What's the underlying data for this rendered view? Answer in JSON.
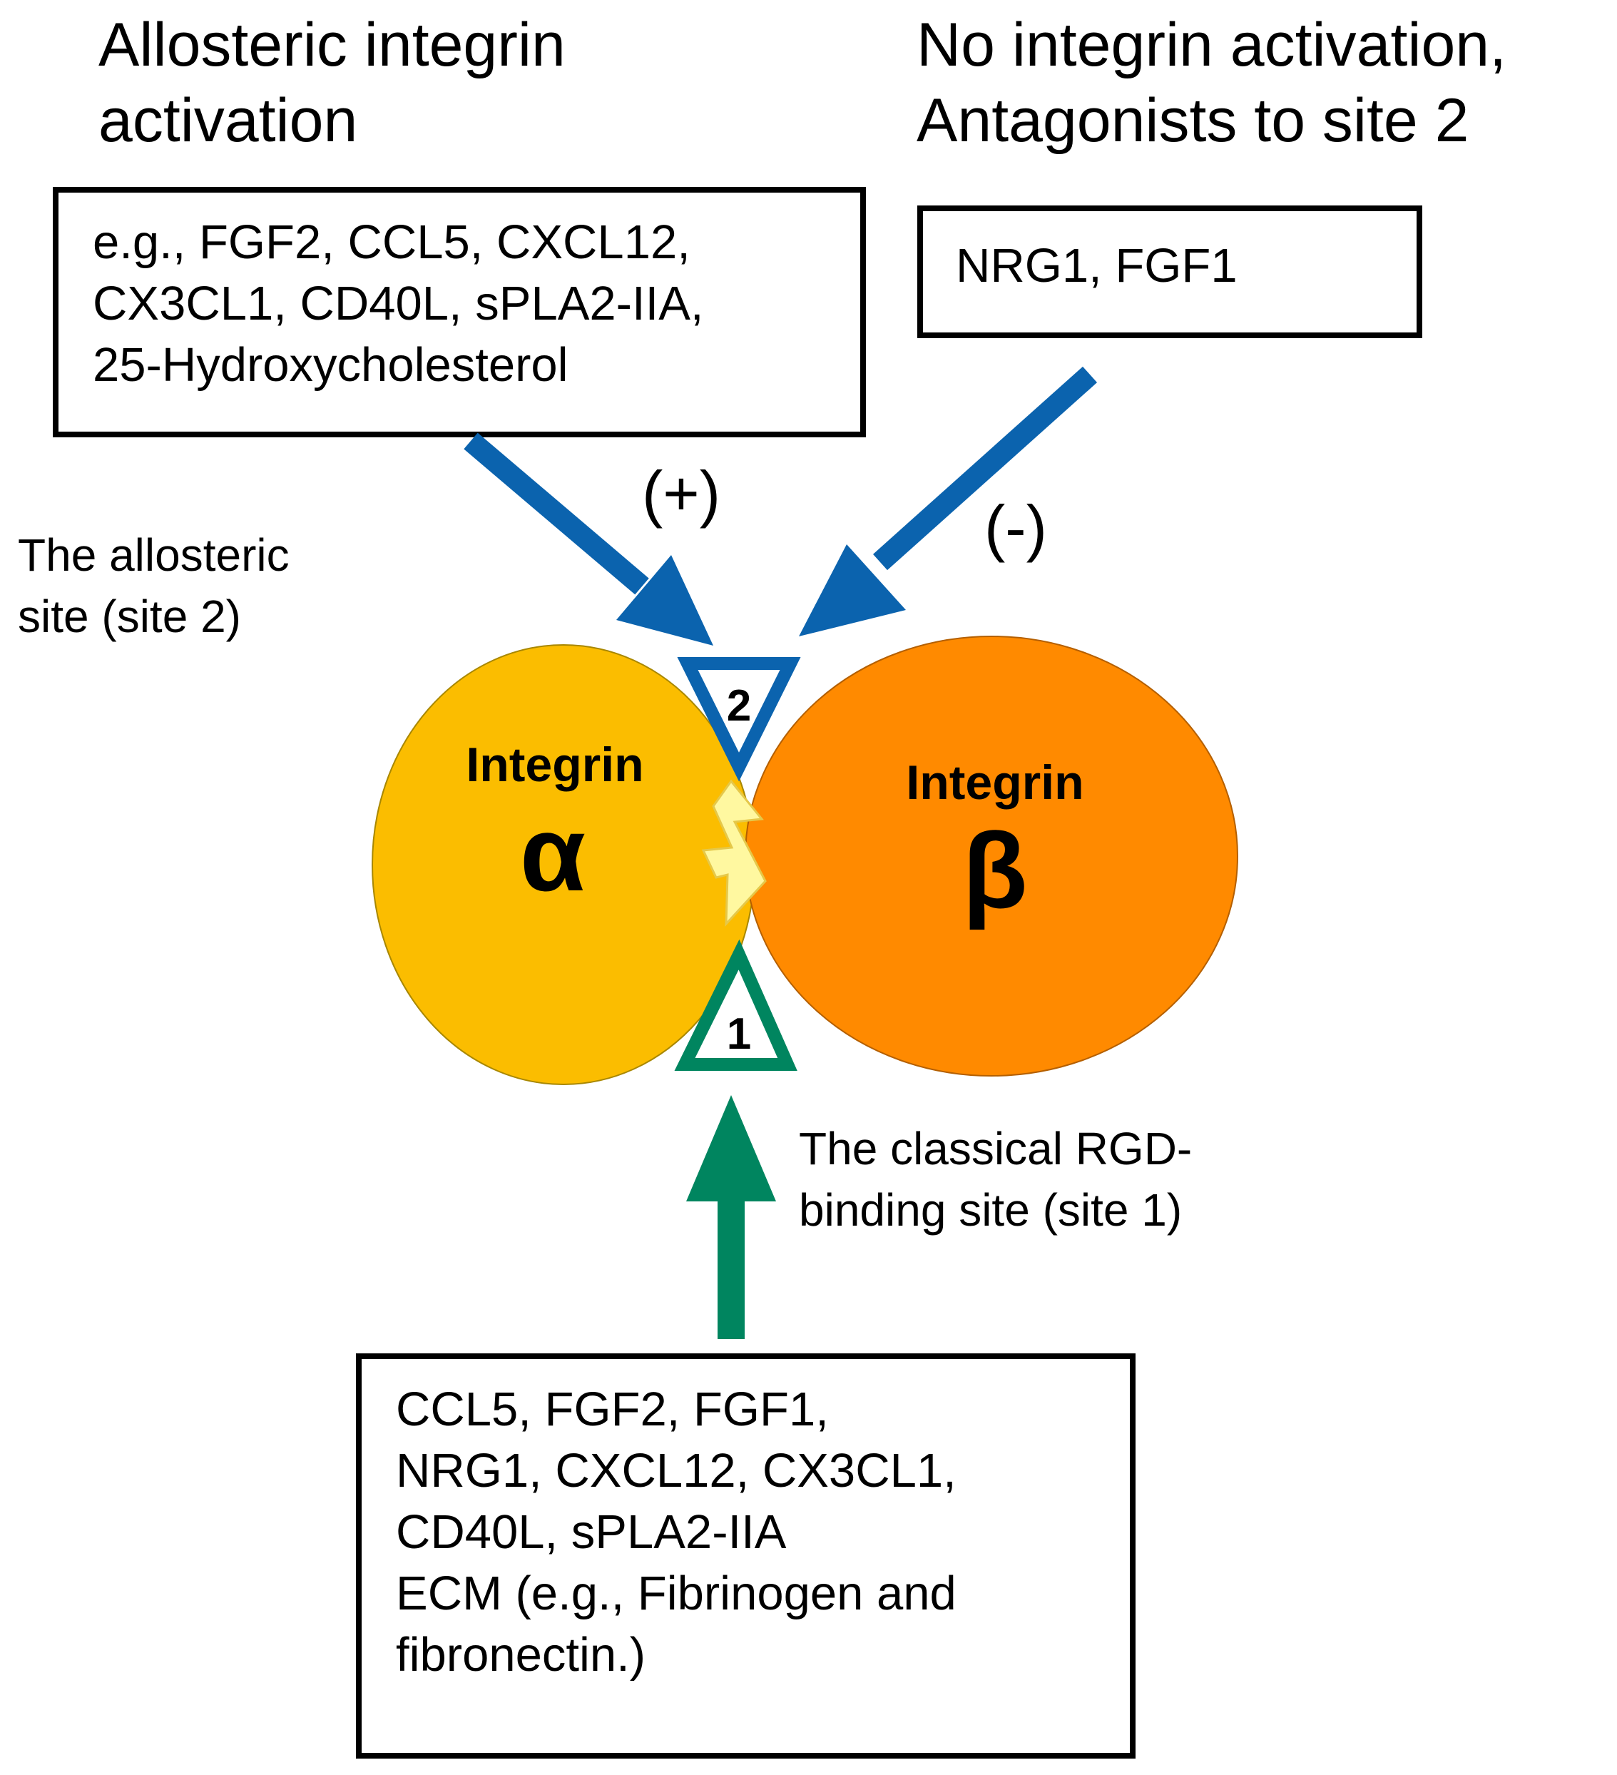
{
  "headings": {
    "left": [
      "Allosteric integrin",
      "activation"
    ],
    "right": [
      "No integrin activation,",
      "Antagonists to site 2"
    ]
  },
  "boxes": {
    "activators": [
      "e.g., FGF2, CCL5, CXCL12,",
      "CX3CL1, CD40L, sPLA2-IIA,",
      "25-Hydroxycholesterol"
    ],
    "antagonists": [
      "NRG1, FGF1"
    ],
    "rgd_ligands": [
      "CCL5, FGF2, FGF1,",
      "NRG1, CXCL12, CX3CL1,",
      "CD40L, sPLA2-IIA",
      "ECM (e.g., Fibrinogen and",
      "fibronectin.)"
    ]
  },
  "signs": {
    "plus": "(+)",
    "minus": "(-)"
  },
  "labels": {
    "allosteric_site": [
      "The allosteric",
      "site (site 2)"
    ],
    "rgd_site": [
      "The classical RGD-",
      "binding site (site 1)"
    ]
  },
  "subunits": {
    "alpha": {
      "label": "Integrin",
      "symbol": "α"
    },
    "beta": {
      "label": "Integrin",
      "symbol": "β"
    }
  },
  "sites": {
    "site2": "2",
    "site1": "1"
  },
  "colors": {
    "alpha_fill": "#FBBD00",
    "beta_fill": "#FF8A00",
    "blue_arrow": "#0B63AE",
    "green_arrow": "#00855F",
    "lightning": "#FFF8A0"
  }
}
